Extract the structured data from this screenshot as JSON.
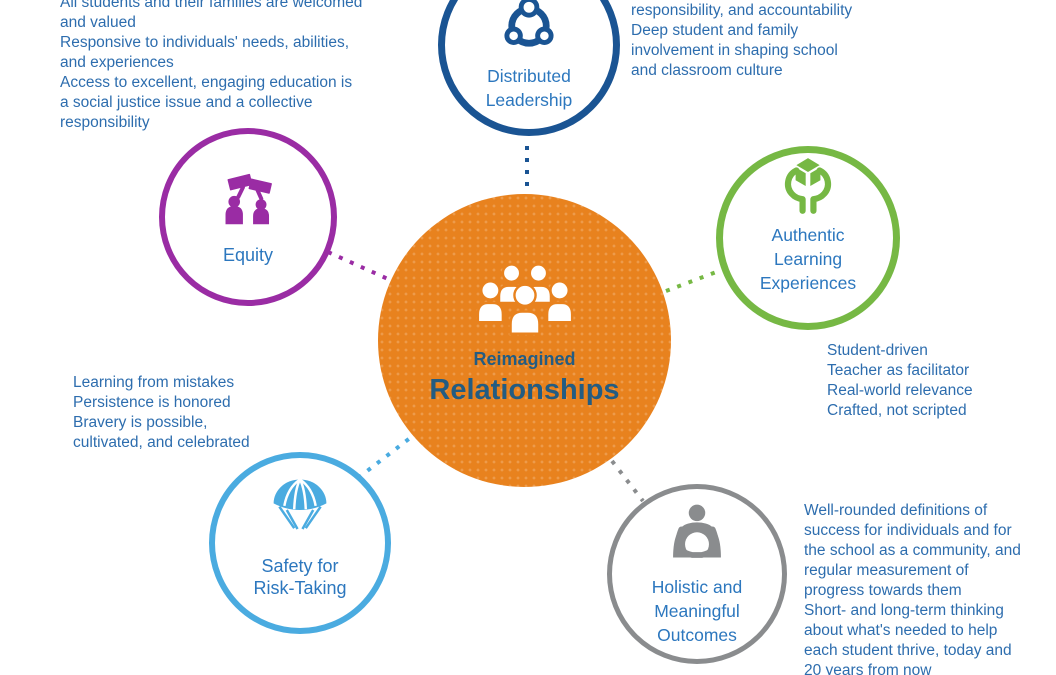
{
  "palette": {
    "orange": "#E8821E",
    "dark_blue": "#1A5493",
    "purple": "#9A2CA4",
    "green": "#76B844",
    "light_blue": "#4AABE0",
    "gray": "#8A8C8E",
    "body_text_blue": "#2D6DAE",
    "label_blue": "#2C77BE",
    "center_text_blue": "#235C82"
  },
  "center": {
    "eyebrow": "Reimagined",
    "title": "Relationships",
    "icon": "people-group-icon"
  },
  "nodes": [
    {
      "id": "distributed-leadership",
      "label_lines": [
        "Distributed",
        "Leadership"
      ],
      "color": "#1A5493",
      "icon": "network-share-icon"
    },
    {
      "id": "equity",
      "label_lines": [
        "Equity"
      ],
      "color": "#9A2CA4",
      "icon": "people-holding-signs-icon"
    },
    {
      "id": "authentic-learning-experiences",
      "label_lines": [
        "Authentic",
        "Learning",
        "Experiences"
      ],
      "color": "#76B844",
      "icon": "hands-holding-cube-icon"
    },
    {
      "id": "safety-for-risk-taking",
      "label_lines": [
        "Safety for",
        "Risk-Taking"
      ],
      "color": "#4AABE0",
      "icon": "parachute-icon"
    },
    {
      "id": "holistic-and-meaningful-outcomes",
      "label_lines": [
        "Holistic and",
        "Meaningful",
        "Outcomes"
      ],
      "color": "#8A8C8E",
      "icon": "person-holding-ball-icon"
    }
  ],
  "notes": {
    "top_left": {
      "lines": [
        "All students and their families are welcomed",
        "and valued",
        "Responsive to individuals' needs, abilities,",
        "and experiences",
        "Access to excellent, engaging education is",
        "a social justice issue and a collective",
        "responsibility"
      ]
    },
    "top_right": {
      "lines": [
        "responsibility, and accountability",
        "Deep student and family",
        "involvement in shaping school",
        "and classroom culture"
      ]
    },
    "mid_left": {
      "lines": [
        "Learning from mistakes",
        "Persistence is honored",
        "Bravery is possible,",
        "cultivated, and celebrated"
      ]
    },
    "mid_right": {
      "lines": [
        "Student-driven",
        "Teacher as facilitator",
        "Real-world relevance",
        "Crafted, not scripted"
      ]
    },
    "bottom_right": {
      "lines": [
        "Well-rounded definitions of",
        "success for individuals and for",
        "the school as a community, and",
        "regular measurement of",
        "progress towards them",
        "Short- and long-term thinking",
        "about what's needed to help",
        "each student thrive, today and",
        "20 years from now"
      ]
    }
  }
}
